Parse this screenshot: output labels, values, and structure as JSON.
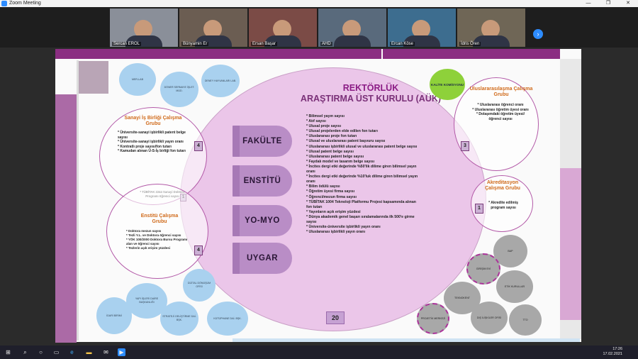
{
  "window": {
    "title": "Zoom Meeting",
    "buttons": [
      "—",
      "❐",
      "✕"
    ]
  },
  "participants": [
    {
      "name": "Sercan EROL",
      "bg": "#8a8f99"
    },
    {
      "name": "Bünyamin Er",
      "bg": "#6b5d52"
    },
    {
      "name": "Ersan Başar",
      "bg": "#7b4b46"
    },
    {
      "name": "AHD",
      "bg": "#596a7c"
    },
    {
      "name": "Ercan Köse",
      "bg": "#3d6d8f"
    },
    {
      "name": "İdris Ören",
      "bg": "#6f6656"
    }
  ],
  "slide": {
    "title": "REKTÖRLÜK",
    "subtitle": "ARAŞTIRMA ÜST KURULU (AÜK)",
    "pills": [
      "FAKÜLTE",
      "ENSTİTÜ",
      "YO-MYO",
      "UYGAR"
    ],
    "metrics": [
      "* Bilimsel yayın sayısı",
      "* Atıf sayısı",
      "* Ulusal proje sayısı",
      "* Ulusal projelerden elde edilen fon tutarı",
      "* Uluslararası proje fon tutarı",
      "* Ulusal ve uluslararası patent başvuru sayısı",
      "* Uluslararası işbirlikli ulusal ve uluslararası patent belge sayısı",
      "* Ulusal patent belge sayısı",
      "* Uluslararası patent belge sayısı",
      "* Faydalı model ve tasarım belge sayısı",
      "* İncites dergi etki değerinde %50'lik dilime giren bilimsel yayın oranı",
      "* İncites dergi etki değerinde %10'luk dilime giren bilimsel yayın oranı",
      "* Bilim ödülü sayısı",
      "* Öğretim üyesi firma sayısı",
      "* Öğrenci/mezun firma sayısı",
      "* TÜBİTAK 1004 Teknoloji Platformu Projesi kapsamında alınan fon tutarı",
      "* Yayınların açık erişim yüzdesi",
      "* Dünya akademik genel başarı sıralamalarında ilk 500'e girme sayısı",
      "* Üniversite-üniversite işbirlikli yayın oranı",
      "* Uluslararası işbirlikli yayın oranı"
    ],
    "page_number": "20",
    "sanayi": {
      "title": "Sanayi İş Birliği Çalışma Grubu",
      "items": [
        "* Üniversite-sanayi işbirlikli patent belge sayısı",
        "* Üniversite-sanayi işbirlikli yayın oranı",
        "* Kontratlı proje sayısı/fon tutarı",
        "* Kamudan alınan Ü-S-İş birliği fon tutarı"
      ],
      "num": "4"
    },
    "tubitak_note": "* TÜBİTAK 2244 Sanayi Doktora Programı öğrenci sayısı",
    "tubitak_num": "1",
    "enstitu": {
      "title": "Enstitü Çalışma Grubu",
      "items": [
        "* Doktora mezun sayısı",
        "* Tezli Y.L. ve Doktora öğrenci sayısı",
        "* YÖK 100/2000 Doktora Bursu Programı alan ve öğrenci sayısı",
        "* Tezlerin açık erişim yüzdesi"
      ],
      "num": "4"
    },
    "uluslararasi": {
      "title": "Uluslararasılaşma Çalışma Grubu",
      "items": [
        "* Uluslararası öğrenci oranı",
        "* Uluslararası öğretim üyesi oranı",
        "* Dolaşımdaki öğretim üyesi/öğrenci sayısı"
      ],
      "num": "3"
    },
    "akreditasyon": {
      "title": "Akreditasyon Çalışma Grubu",
      "items": [
        "* Akredite edilmiş program sayısı"
      ],
      "num": "1"
    },
    "kalite": "KALİTE KOMİSYONU",
    "blue_bubbles": [
      "MER-LAB",
      "DÖNER SERMAYE İŞLET. MÜD.",
      "DENEY HAYVANLARI LAB.",
      "YAPI İŞLERİ DAİRE BAŞKANLIĞI",
      "İDARİ BİRİMİ",
      "STRATEJİ GELİŞTİRME DAİ. BŞK.",
      "DİJİTAL DÖNÜŞÜM OFİSİ",
      "KÜTÜPHANE DAİ. BŞK."
    ],
    "gray_bubbles": [
      "BAP",
      "GİRİŞİM EVİ",
      "ETİK KURULLAR",
      "TEKNOKENT",
      "DIŞ İLİŞKİLER OFİSİ",
      "TTO",
      "PROJETİK MERKEZİ"
    ]
  },
  "taskbar": {
    "icons": [
      "windows-logo",
      "search",
      "cortana",
      "task-view",
      "edge",
      "explorer",
      "mail",
      "zoom"
    ],
    "time": "17:26",
    "date": "17.02.2021"
  }
}
